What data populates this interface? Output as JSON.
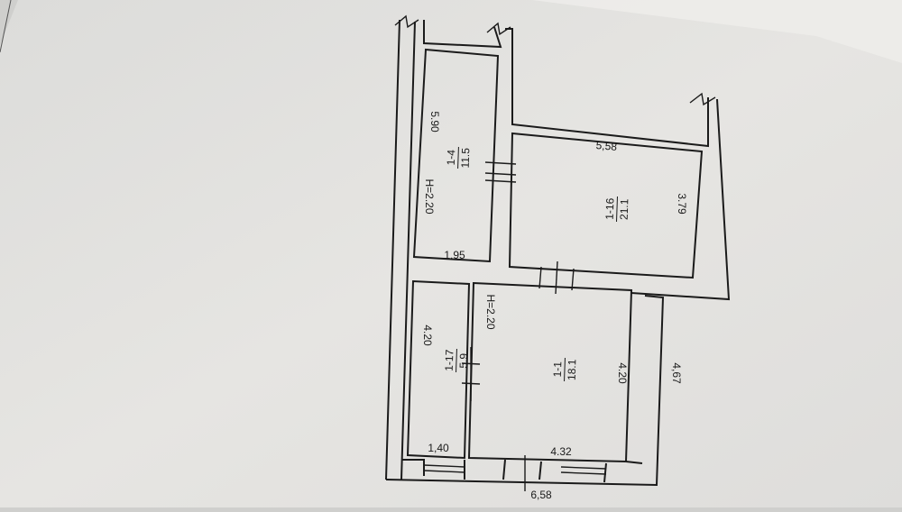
{
  "rooms": [
    {
      "code": "1-4",
      "area": "11.5"
    },
    {
      "code": "1-16",
      "area": "21.1"
    },
    {
      "code": "1-17",
      "area": "5.9"
    },
    {
      "code": "1-1",
      "area": "18.1"
    }
  ],
  "dimensions": {
    "room_1_4_length": "5.90",
    "room_1_4_height": "H=2.20",
    "room_1_4_width": "1,95",
    "room_1_16_length": "5,58",
    "room_1_16_width": "3.79",
    "room_1_17_length": "4.20",
    "room_1_17_width": "1,40",
    "room_1_1_height": "H=2.20",
    "room_1_1_length": "4.20",
    "room_1_1_width": "4.32",
    "outer_length": "4,67",
    "outer_width": "6,58"
  },
  "colors": {
    "paper": "#e9e8e4",
    "ink": "#1b1b1b",
    "background": "#cfcfcd"
  }
}
